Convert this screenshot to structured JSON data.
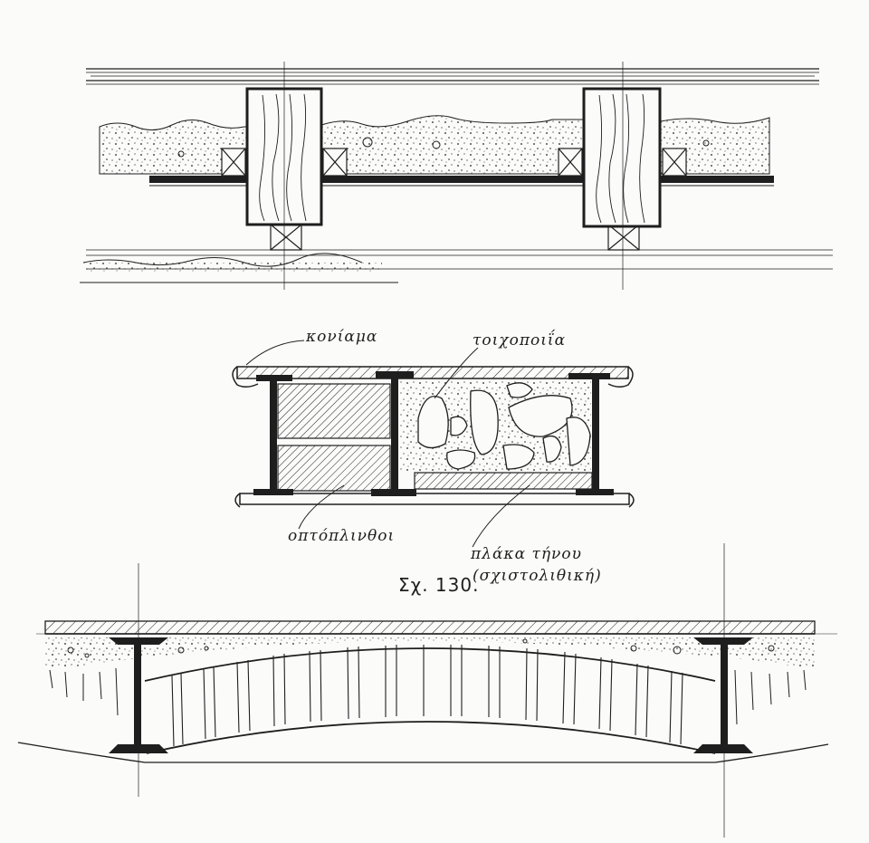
{
  "labels": {
    "mortar": "κονίαμα",
    "masonry": "τοιχοποιΐα",
    "bricks": "οπτόπλινθοι",
    "slab_line1": "πλάκα τήνου",
    "slab_line2": "(σχιστολιθική)"
  },
  "figure_caption": "Σχ. 130.",
  "colors": {
    "ink": "#1e1e1e",
    "paper": "#fbfbfa"
  }
}
